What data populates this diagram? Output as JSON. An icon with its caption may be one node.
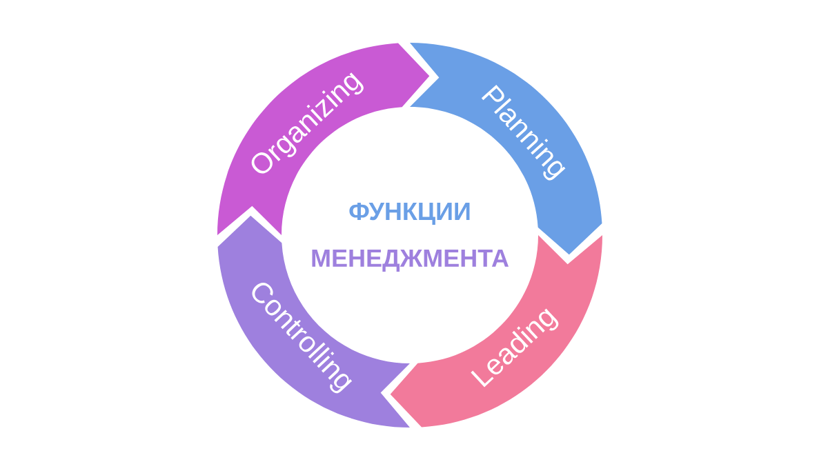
{
  "diagram": {
    "nodes": [
      {
        "text": [
          "Organizing"
        ]
      },
      {
        "text": [
          "Planning"
        ]
      },
      {
        "text": [
          "Leading"
        ]
      },
      {
        "text": [
          "Controlling"
        ]
      }
    ],
    "labels": [
      "ФУНКЦИИ",
      "МЕНЕДЖМЕНТА"
    ]
  }
}
